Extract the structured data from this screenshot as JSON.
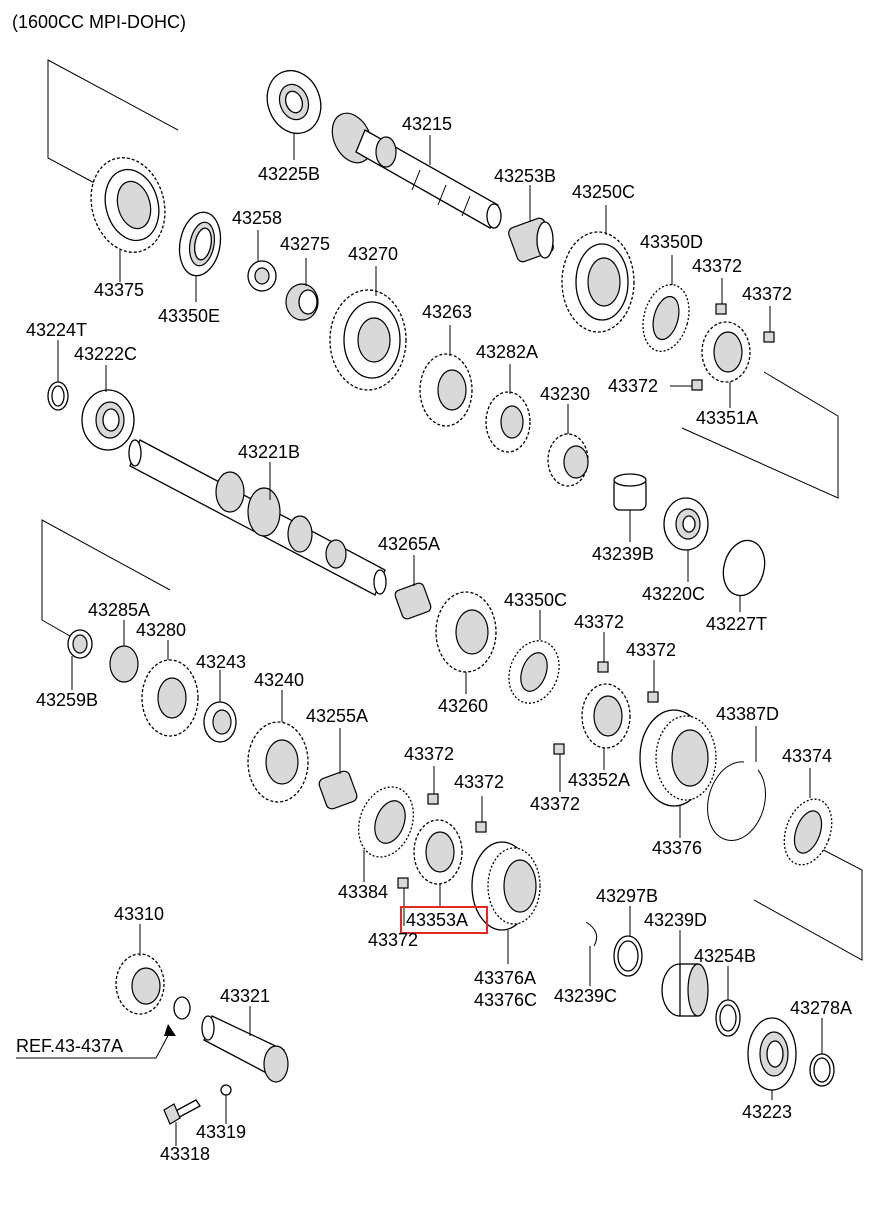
{
  "header": {
    "engine_label": "(1600CC MPI-DOHC)"
  },
  "reference": {
    "label": "REF.43-437A"
  },
  "highlighted_part": "43353A",
  "highlight_color": "#e32a20",
  "parts": {
    "p43225B": "43225B",
    "p43215": "43215",
    "p43253B": "43253B",
    "p43250C": "43250C",
    "p43375": "43375",
    "p43258": "43258",
    "p43275": "43275",
    "p43270": "43270",
    "p43350E": "43350E",
    "p43350D": "43350D",
    "p43372_a": "43372",
    "p43372_b": "43372",
    "p43224T": "43224T",
    "p43222C": "43222C",
    "p43263": "43263",
    "p43282A": "43282A",
    "p43372_c": "43372",
    "p43351A": "43351A",
    "p43230": "43230",
    "p43221B": "43221B",
    "p43239B": "43239B",
    "p43220C": "43220C",
    "p43227T": "43227T",
    "p43265A": "43265A",
    "p43285A": "43285A",
    "p43280": "43280",
    "p43243": "43243",
    "p43240": "43240",
    "p43259B": "43259B",
    "p43260": "43260",
    "p43350C": "43350C",
    "p43372_d": "43372",
    "p43372_e": "43372",
    "p43255A": "43255A",
    "p43387D": "43387D",
    "p43352A": "43352A",
    "p43372_f": "43372",
    "p43374": "43374",
    "p43372_g": "43372",
    "p43372_h": "43372",
    "p43376": "43376",
    "p43384": "43384",
    "p43297B": "43297B",
    "p43353A": "43353A",
    "p43239D": "43239D",
    "p43372_i": "43372",
    "p43254B": "43254B",
    "p43376A": "43376A",
    "p43376C": "43376C",
    "p43239C": "43239C",
    "p43310": "43310",
    "p43321": "43321",
    "p43278A": "43278A",
    "p43223": "43223",
    "p43319": "43319",
    "p43318": "43318"
  }
}
